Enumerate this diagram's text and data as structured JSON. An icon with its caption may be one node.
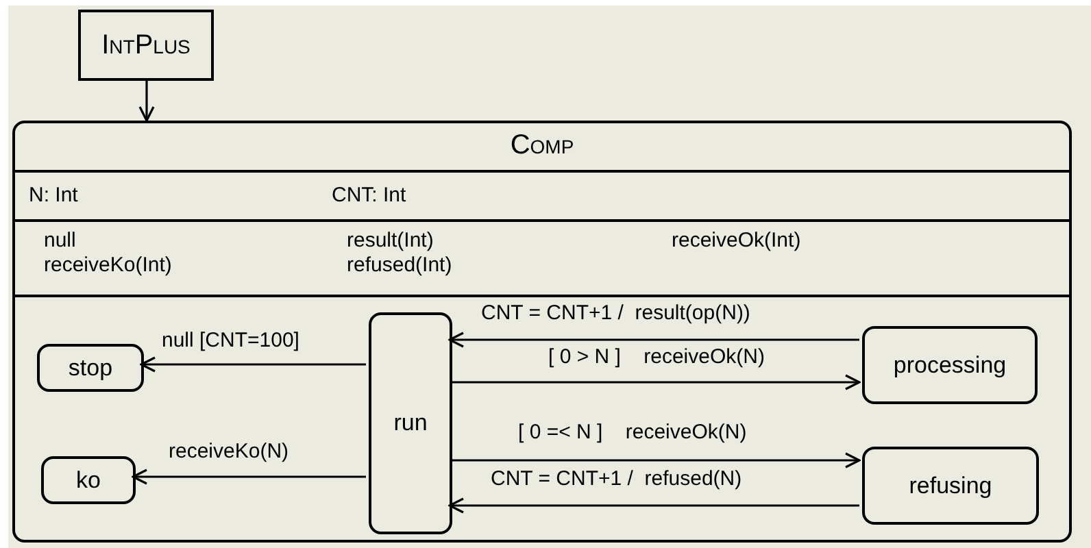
{
  "diagram": {
    "nodes": [
      {
        "text": [
          "IntPlus"
        ]
      },
      {
        "text": [
          "Comp",
          "N: Int",
          "CNT: Int",
          "null",
          "result(Int)",
          "receiveOk(Int)",
          "receiveKo(Int)",
          "refused(Int)"
        ]
      },
      {
        "text": [
          "stop"
        ],
        "in": 1
      },
      {
        "text": [
          "ko"
        ],
        "in": 1
      },
      {
        "text": [
          "run"
        ],
        "in": 1
      },
      {
        "text": [
          "processing"
        ],
        "in": 1
      },
      {
        "text": [
          "refusing"
        ],
        "in": 1
      }
    ],
    "edges": [
      {
        "from": 0,
        "to": 1,
        "arrow": "to"
      },
      {
        "from": 4,
        "to": 2,
        "arrow": "to",
        "label": "null [CNT=100]"
      },
      {
        "from": 4,
        "to": 3,
        "arrow": "to",
        "label": "receiveKo(N)"
      },
      {
        "from": 5,
        "to": 4,
        "arrow": "to",
        "label": "CNT = CNT+1 /  result(op(N))"
      },
      {
        "from": 4,
        "to": 5,
        "arrow": "to",
        "label": "[ 0 > N ]    receiveOk(N)"
      },
      {
        "from": 4,
        "to": 6,
        "arrow": "to",
        "label": "[ 0 =< N ]    receiveOk(N)"
      },
      {
        "from": 6,
        "to": 4,
        "arrow": "to",
        "label": "CNT = CNT+1 /  refused(N)"
      }
    ]
  }
}
